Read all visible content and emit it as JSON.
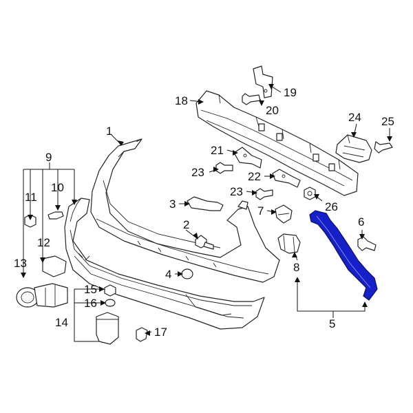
{
  "diagram": {
    "callouts": {
      "c1": "1",
      "c2": "2",
      "c3": "3",
      "c4": "4",
      "c5": "5",
      "c6": "6",
      "c7": "7",
      "c8": "8",
      "c9": "9",
      "c10": "10",
      "c11": "11",
      "c12": "12",
      "c13": "13",
      "c14": "14",
      "c15": "15",
      "c16": "16",
      "c17": "17",
      "c18": "18",
      "c19": "19",
      "c20": "20",
      "c21": "21",
      "c22": "22",
      "c23a": "23",
      "c23b": "23",
      "c24": "24",
      "c25": "25",
      "c26": "26"
    },
    "highlight_color": "#1520C8",
    "highlighted_part": "5"
  }
}
